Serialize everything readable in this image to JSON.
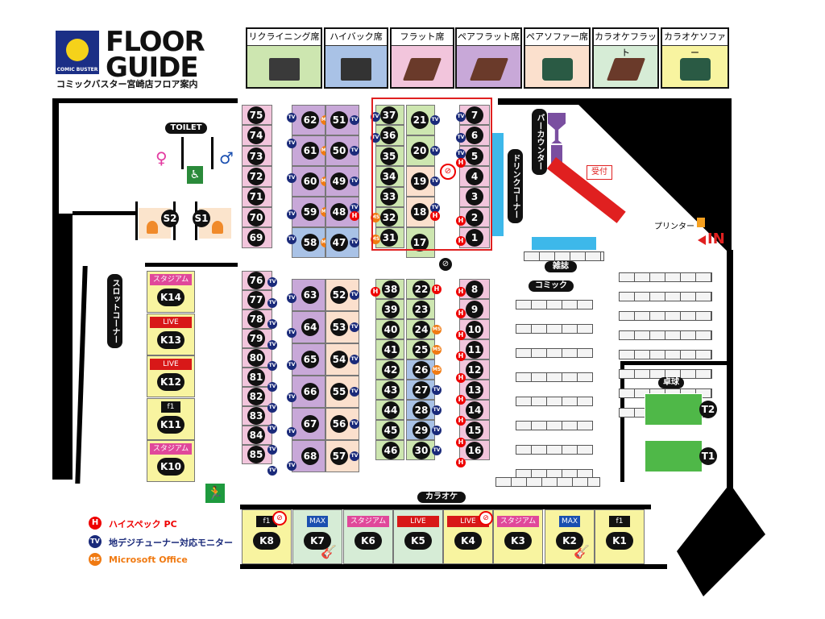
{
  "header": {
    "title_line1": "FLOOR",
    "title_line2": "GUIDE",
    "subtitle": "コミックバスター宮崎店フロア案内",
    "logo_text": "COMIC BUSTER"
  },
  "seat_types": [
    {
      "label": "リクライニング席",
      "color": "#cde6b0"
    },
    {
      "label": "ハイバック席",
      "color": "#a9c2e6"
    },
    {
      "label": "フラット席",
      "color": "#f2c5dc"
    },
    {
      "label": "ペアフラット席",
      "color": "#c8a8d8"
    },
    {
      "label": "ペアソファー席",
      "color": "#fbe0cd"
    },
    {
      "label": "カラオケフラット",
      "color": "#d6ecd6"
    },
    {
      "label": "カラオケソファー",
      "color": "#f8f4a0"
    }
  ],
  "areas": {
    "toilet": "TOILET",
    "s2": "S2",
    "s1": "S1",
    "bar_counter": "バーカウンター",
    "drink_corner": "ドリンクコーナー",
    "reception": "受付",
    "printer": "プリンター",
    "entrance": "IN",
    "slot_corner": "スロットコーナー",
    "magazine": "雑誌",
    "comic": "コミック",
    "table_tennis": "卓球",
    "karaoke": "カラオケ",
    "t1": "T1",
    "t2": "T2"
  },
  "seats": {
    "col1_top": [
      "75",
      "74",
      "73",
      "72",
      "71",
      "70",
      "69"
    ],
    "col2_top": [
      "62",
      "61",
      "60",
      "59",
      "58"
    ],
    "col3_top": [
      "51",
      "50",
      "49",
      "48",
      "47"
    ],
    "col4_top": [
      "37",
      "36",
      "35",
      "34",
      "33",
      "32",
      "31"
    ],
    "col5_top": [
      "21",
      "20",
      "19",
      "18",
      "17"
    ],
    "col6_top": [
      "7",
      "6",
      "5",
      "4",
      "3",
      "2",
      "1"
    ],
    "col1_bot": [
      "76",
      "77",
      "78",
      "79",
      "80",
      "81",
      "82",
      "83",
      "84",
      "85"
    ],
    "col2_bot": [
      "63",
      "64",
      "65",
      "66",
      "67",
      "68"
    ],
    "col3_bot": [
      "52",
      "53",
      "54",
      "55",
      "56",
      "57"
    ],
    "col4_bot": [
      "38",
      "39",
      "40",
      "41",
      "42",
      "43",
      "44",
      "45",
      "46"
    ],
    "col5_bot": [
      "22",
      "23",
      "24",
      "25",
      "26",
      "27",
      "28",
      "29",
      "30"
    ],
    "col6_bot": [
      "8",
      "9",
      "10",
      "11",
      "12",
      "13",
      "14",
      "15",
      "16"
    ]
  },
  "karaoke_left": [
    {
      "id": "K14",
      "tag": "スタジアム"
    },
    {
      "id": "K13",
      "tag": "LIVE"
    },
    {
      "id": "K12",
      "tag": "LIVE"
    },
    {
      "id": "K11",
      "tag": "f1"
    },
    {
      "id": "K10",
      "tag": "スタジアム"
    }
  ],
  "karaoke_bottom": [
    {
      "id": "K8",
      "tag": "f1"
    },
    {
      "id": "K7",
      "tag": "MAX"
    },
    {
      "id": "K6",
      "tag": "スタジアム"
    },
    {
      "id": "K5",
      "tag": "LIVE"
    },
    {
      "id": "K4",
      "tag": "LIVE"
    },
    {
      "id": "K3",
      "tag": "スタジアム"
    },
    {
      "id": "K2",
      "tag": "MAX"
    },
    {
      "id": "K1",
      "tag": "f1"
    }
  ],
  "legend": {
    "h_icon": "H",
    "h_label": "ハイスペック PC",
    "tv_icon": "TV",
    "tv_label": "地デジチューナー対応モニター",
    "ms_icon": "MS",
    "ms_label": "Microsoft Office"
  },
  "colors": {
    "recliner": "#cde6b0",
    "highback": "#a9c2e6",
    "flat": "#f2c5dc",
    "pair_flat": "#c8a8d8",
    "pair_sofa": "#fbe0cd",
    "karaoke_flat": "#d6ecd6",
    "karaoke_sofa": "#f8f4a0",
    "high_spec": "#e00000",
    "tv": "#1a2a7a",
    "office": "#f07a12",
    "highlight": "#e02020",
    "drink_bar": "#3db8ea"
  }
}
